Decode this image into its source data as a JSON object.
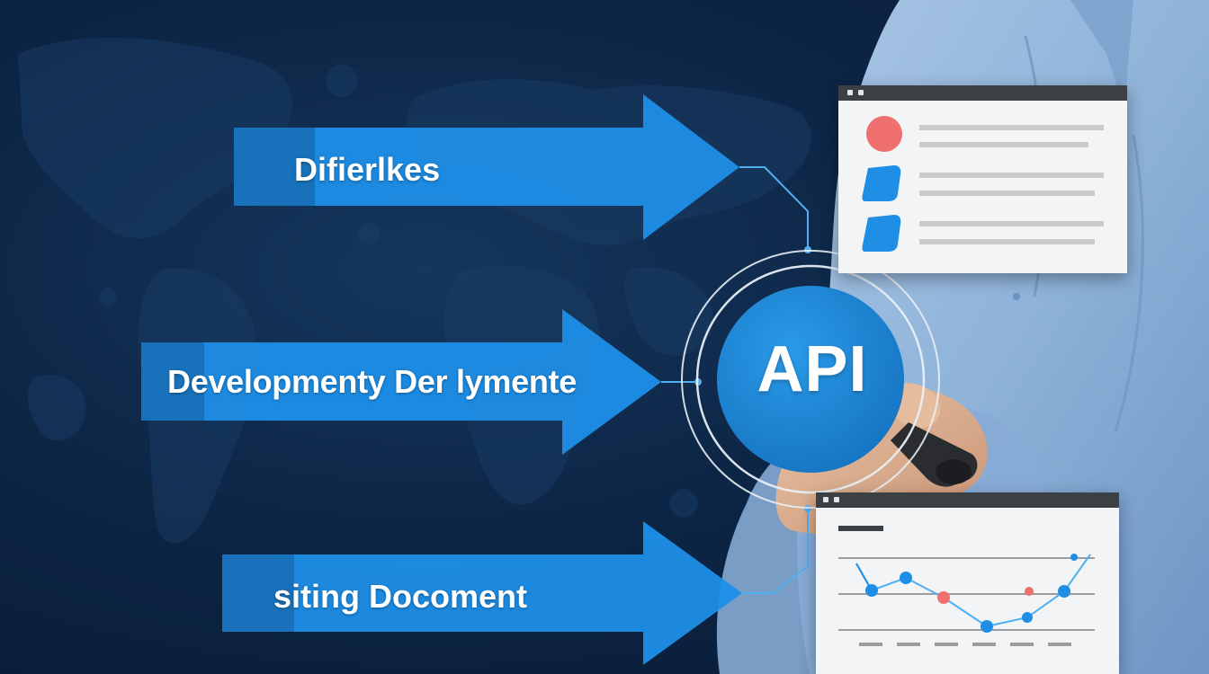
{
  "arrows": [
    {
      "label": "Difierlkes"
    },
    {
      "label": "Developmenty Der lymente"
    },
    {
      "label": "siting Docoment"
    }
  ],
  "hub": {
    "label": "API"
  },
  "colors": {
    "background": "#0c2240",
    "arrow": "#1e8fe8",
    "hub": "#1c86d6",
    "ring": "#e8eef5",
    "shirt": "#8fb3d9",
    "window_bg": "#f3f4f5",
    "titlebar": "#3c3f43",
    "accent_red": "#f07070",
    "accent_blue": "#1f8fe6",
    "placeholder_line": "#c8cacc"
  },
  "icons": {
    "top_window": [
      "avatar-circle-icon",
      "blue-card-icon",
      "blue-card-icon"
    ],
    "bottom_window": [
      "line-chart-icon"
    ]
  }
}
